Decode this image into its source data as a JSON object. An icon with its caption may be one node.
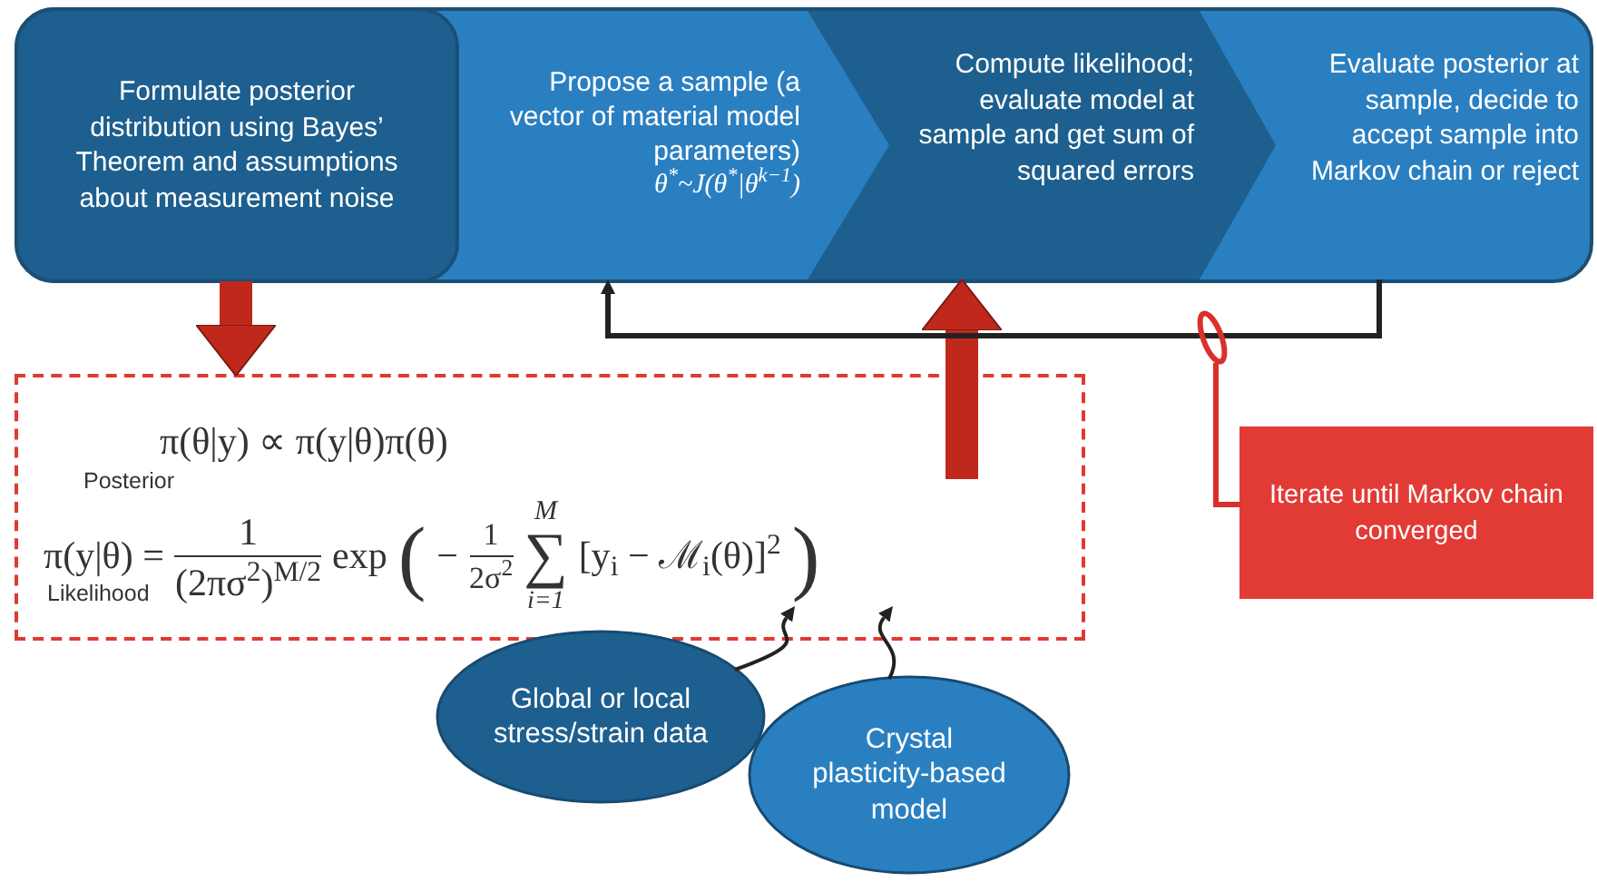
{
  "diagram": {
    "nodes": [
      {
        "text": [
          "Formulate posterior distribution using Bayes’ Theorem and assumptions about measurement noise"
        ]
      },
      {
        "text": [
          "Propose a sample (a vector of material model parameters)",
          "θ$^{*}$~J(θ$^{*}$|θ$^{k−1}$)"
        ]
      },
      {
        "text": [
          "Compute likelihood; evaluate model at sample and get sum of squared errors"
        ]
      },
      {
        "text": [
          "Evaluate posterior at sample, decide to accept sample into Markov chain or reject"
        ]
      },
      {
        "text": [
          "π(θ|y) ∝ π(y|θ)π(θ)",
          "Posterior",
          "π(y|θ) =",
          "Likelihood",
          "1",
          "(2πσ$^{2}$)$^{M/2}$",
          "exp",
          "(",
          "−",
          "1",
          "2σ$^{2}$",
          "M",
          "∑",
          "i=1",
          "[y$_{i}$ − ℳ$_{i}$(θ)]$^{2}$",
          ")"
        ]
      },
      {
        "text": [
          "Global or local stress/strain data"
        ]
      },
      {
        "text": [
          "Crystal plasticity-based model"
        ]
      },
      {
        "text": [
          "Iterate until Markov chain converged"
        ]
      }
    ],
    "edges": [
      {
        "from": 0,
        "to": 4,
        "arrow": "to",
        "style": "thick",
        "color": "#c0281c"
      },
      {
        "from": 4,
        "to": 2,
        "arrow": "to",
        "style": "thick",
        "color": "#c0281c"
      },
      {
        "from": 3,
        "to": 1,
        "arrow": "to"
      },
      {
        "from": 5,
        "to": 4,
        "arrow": "to"
      },
      {
        "from": 6,
        "to": 4,
        "arrow": "to"
      },
      {
        "from": 7,
        "to": null,
        "arrow": "other",
        "color": "#d9302c"
      }
    ]
  }
}
